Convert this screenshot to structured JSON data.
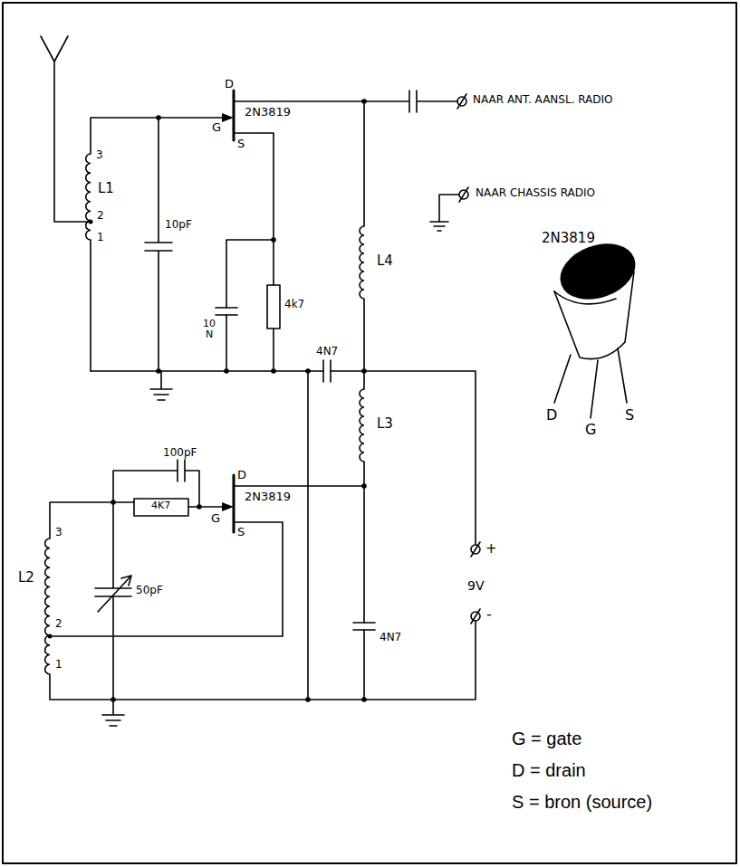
{
  "diagram": {
    "labels": [
      "NAAR ANT. AANSL. RADIO",
      "NAAR CHASSIS RADIO",
      "2N3819",
      "D",
      "G",
      "S",
      "3",
      "L1",
      "2",
      "1",
      "10pF",
      "10 N",
      "4k7",
      "L4",
      "4N7",
      "L3",
      "100pF",
      "D",
      "4K7",
      "2N3819",
      "G",
      "S",
      "3",
      "L2",
      "2",
      "1",
      "50pF",
      "4N7",
      "+",
      "9V",
      "-",
      "2N3819",
      "D",
      "G",
      "S",
      "G = gate",
      "D = drain",
      "S = bron (source)"
    ]
  }
}
